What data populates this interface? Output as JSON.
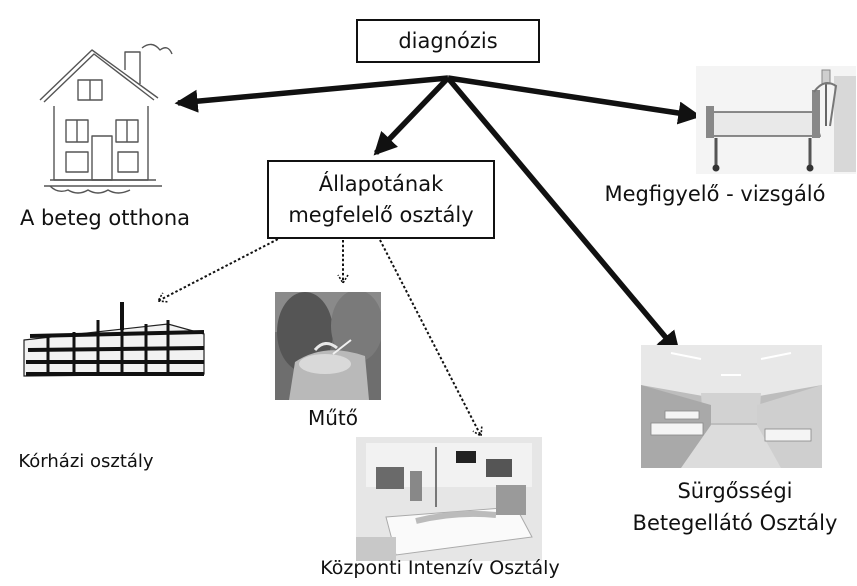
{
  "diagram": {
    "root": {
      "label": "diagnózis"
    },
    "department": {
      "line1": "Állapotának",
      "line2": "megfelelő osztály"
    },
    "home": {
      "label": "A beteg otthona",
      "icon": "house-icon"
    },
    "observation": {
      "label": "Megfigyelő - vizsgáló",
      "icon": "hospital-bed-icon"
    },
    "ward": {
      "label": "Kórházi osztály",
      "icon": "hospital-building-icon"
    },
    "surgery": {
      "label": "Műtő",
      "icon": "operating-room-photo"
    },
    "icu": {
      "label": "Központi Intenzív Osztály",
      "icon": "icu-photo"
    },
    "emergency": {
      "line1": "Sürgősségi",
      "line2": "Betegellátó Osztály",
      "icon": "emergency-ward-photo"
    },
    "edges": [
      {
        "from": "root",
        "to": "home",
        "style": "solid"
      },
      {
        "from": "root",
        "to": "observation",
        "style": "solid"
      },
      {
        "from": "root",
        "to": "department",
        "style": "solid"
      },
      {
        "from": "root",
        "to": "emergency",
        "style": "solid"
      },
      {
        "from": "department",
        "to": "ward",
        "style": "dotted"
      },
      {
        "from": "department",
        "to": "surgery",
        "style": "dotted"
      },
      {
        "from": "department",
        "to": "icu",
        "style": "dotted"
      }
    ],
    "colors": {
      "stroke": "#111111",
      "background": "#ffffff"
    }
  }
}
